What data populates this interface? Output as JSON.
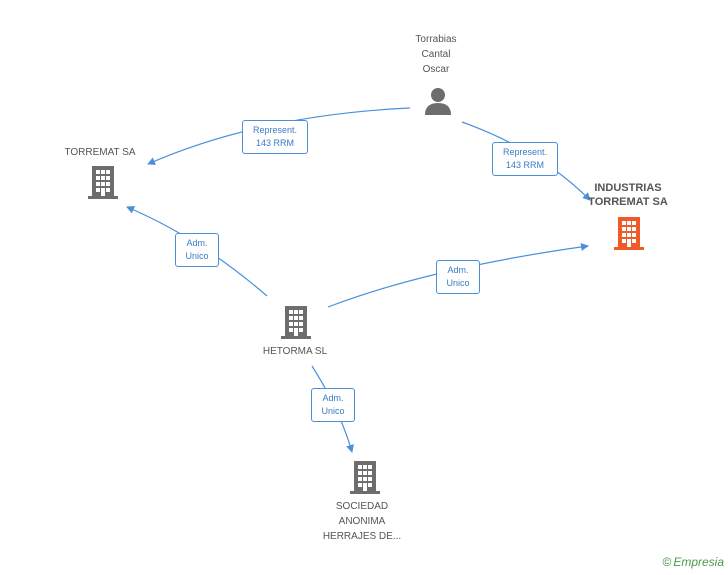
{
  "nodes": {
    "torrabias": {
      "label": "Torrabias\nCantal\nOscar",
      "type": "person"
    },
    "torremat": {
      "label": "TORREMAT SA",
      "type": "company"
    },
    "industrias": {
      "label": "INDUSTRIAS\nTORREMAT SA",
      "type": "company-highlight"
    },
    "hetorma": {
      "label": "HETORMA SL",
      "type": "company"
    },
    "sociedad": {
      "label": "SOCIEDAD\nANONIMA\nHERRAJES DE...",
      "type": "company"
    }
  },
  "edges": {
    "e1": {
      "label": "Represent.\n143 RRM"
    },
    "e2": {
      "label": "Represent.\n143 RRM"
    },
    "e3": {
      "label": "Adm.\nUnico"
    },
    "e4": {
      "label": "Adm.\nUnico"
    },
    "e5": {
      "label": "Adm.\nUnico"
    }
  },
  "colors": {
    "edge": "#4a90d9",
    "icon": "#6d6d6d",
    "highlight": "#f05a28"
  },
  "footer": {
    "copyright": "©",
    "brand": "Empresia"
  }
}
